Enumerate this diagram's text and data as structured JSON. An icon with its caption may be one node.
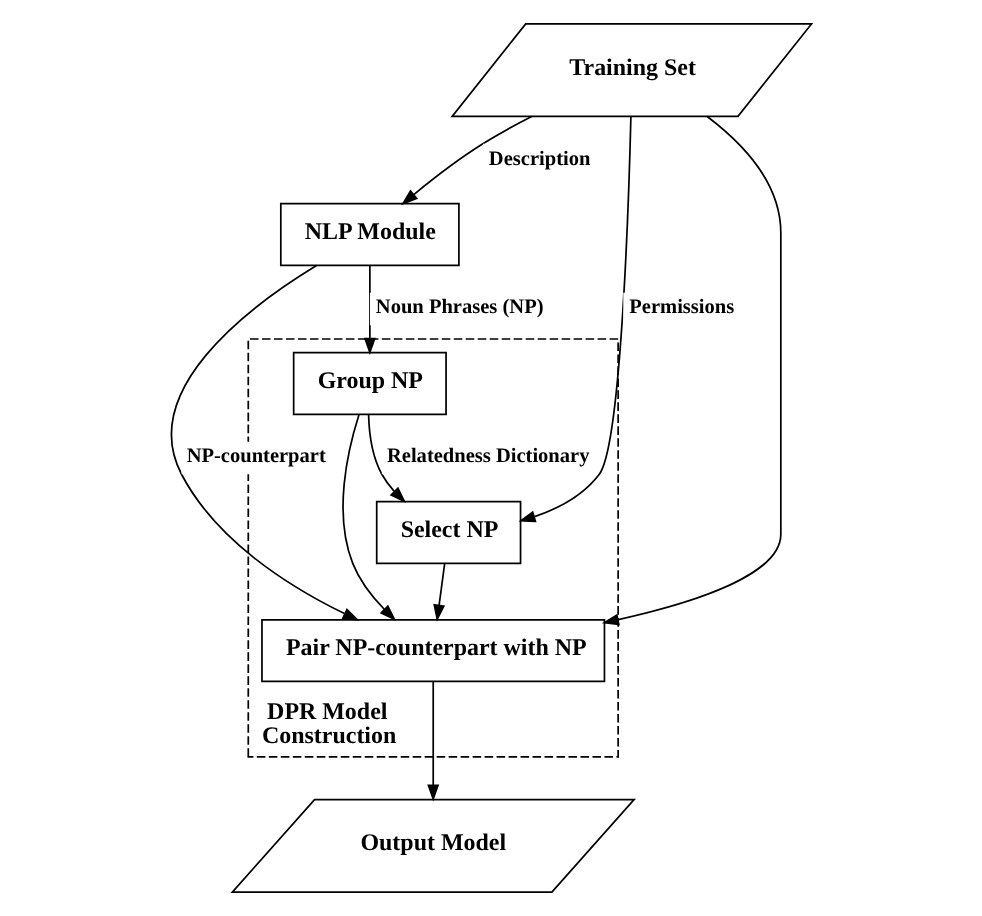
{
  "diagram": {
    "nodes": [
      {
        "text": [
          "Training Set"
        ]
      },
      {
        "text": [
          "NLP Module"
        ]
      },
      {
        "text": [
          "DPR Model Construction"
        ]
      },
      {
        "text": [
          "Group NP"
        ],
        "in": 2
      },
      {
        "text": [
          "Select NP"
        ],
        "in": 2
      },
      {
        "text": [
          "Pair NP-counterpart with NP"
        ],
        "in": 2
      },
      {
        "text": [
          "Output Model"
        ]
      }
    ],
    "edges": [
      {
        "from": 0,
        "to": 1,
        "arrow": "to",
        "label": "Description"
      },
      {
        "from": 1,
        "to": 3,
        "arrow": "to",
        "label": "Noun Phrases (NP)"
      },
      {
        "from": 1,
        "to": 5,
        "arrow": "to",
        "label": "NP-counterpart"
      },
      {
        "from": 3,
        "to": 4,
        "arrow": "to",
        "label": "Relatedness Dictionary"
      },
      {
        "from": 3,
        "to": 5,
        "arrow": "to"
      },
      {
        "from": 0,
        "to": 4,
        "arrow": "to",
        "label": "Permissions"
      },
      {
        "from": 0,
        "to": 5,
        "arrow": "to"
      },
      {
        "from": 4,
        "to": 5,
        "arrow": "to"
      },
      {
        "from": 5,
        "to": 6,
        "arrow": "to"
      }
    ]
  }
}
